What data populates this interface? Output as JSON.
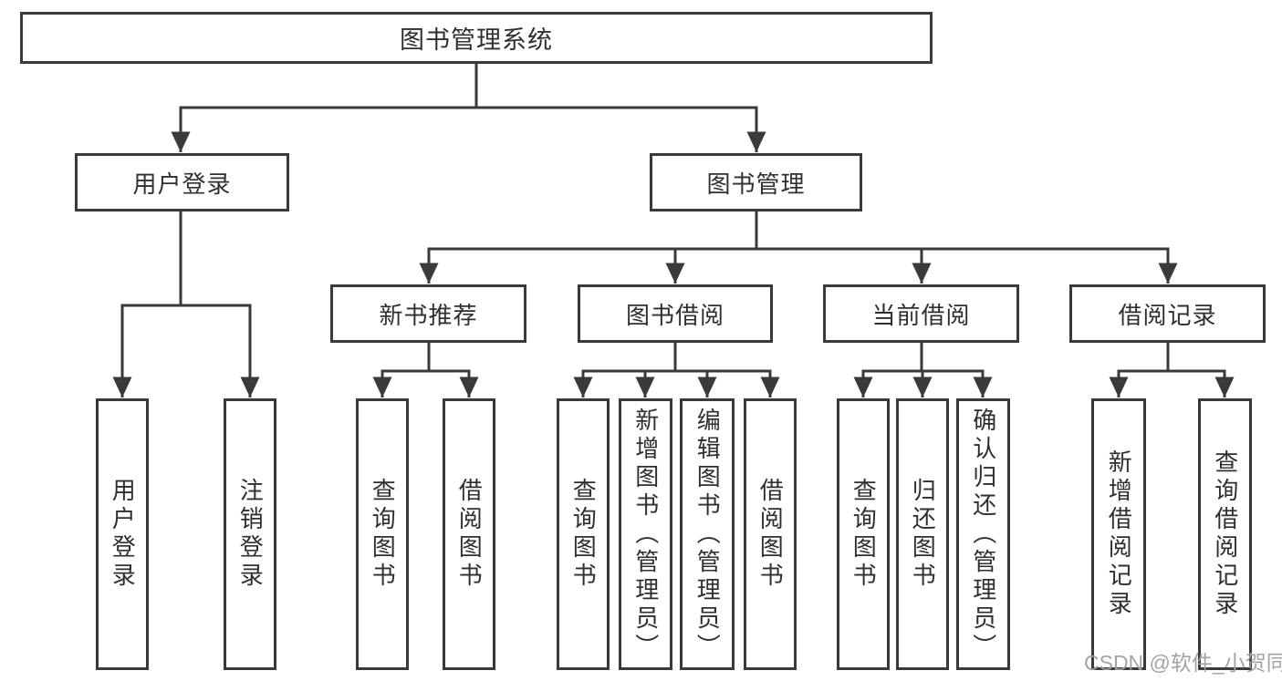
{
  "diagram_type": "hierarchy-tree",
  "tree": {
    "root": {
      "label": "图书管理系统"
    },
    "branches": [
      {
        "label": "用户登录",
        "leaves": [
          "用户登录",
          "注销登录"
        ]
      },
      {
        "label": "图书管理",
        "sections": [
          {
            "label": "新书推荐",
            "leaves": [
              "查询图书",
              "借阅图书"
            ]
          },
          {
            "label": "图书借阅",
            "leaves": [
              "查询图书",
              "新增图书（管理员）",
              "编辑图书（管理员）",
              "借阅图书"
            ]
          },
          {
            "label": "当前借阅",
            "leaves": [
              "查询图书",
              "归还图书",
              "确认归还（管理员）"
            ]
          },
          {
            "label": "借阅记录",
            "leaves": [
              "新增借阅记录",
              "查询借阅记录"
            ]
          }
        ]
      }
    ]
  },
  "watermark": "CSDN @软件_小贺同学",
  "colors": {
    "line": "#3a3a3a",
    "text": "#2f2f2f",
    "background": "#ffffff",
    "watermark": "#9e9ea8"
  }
}
